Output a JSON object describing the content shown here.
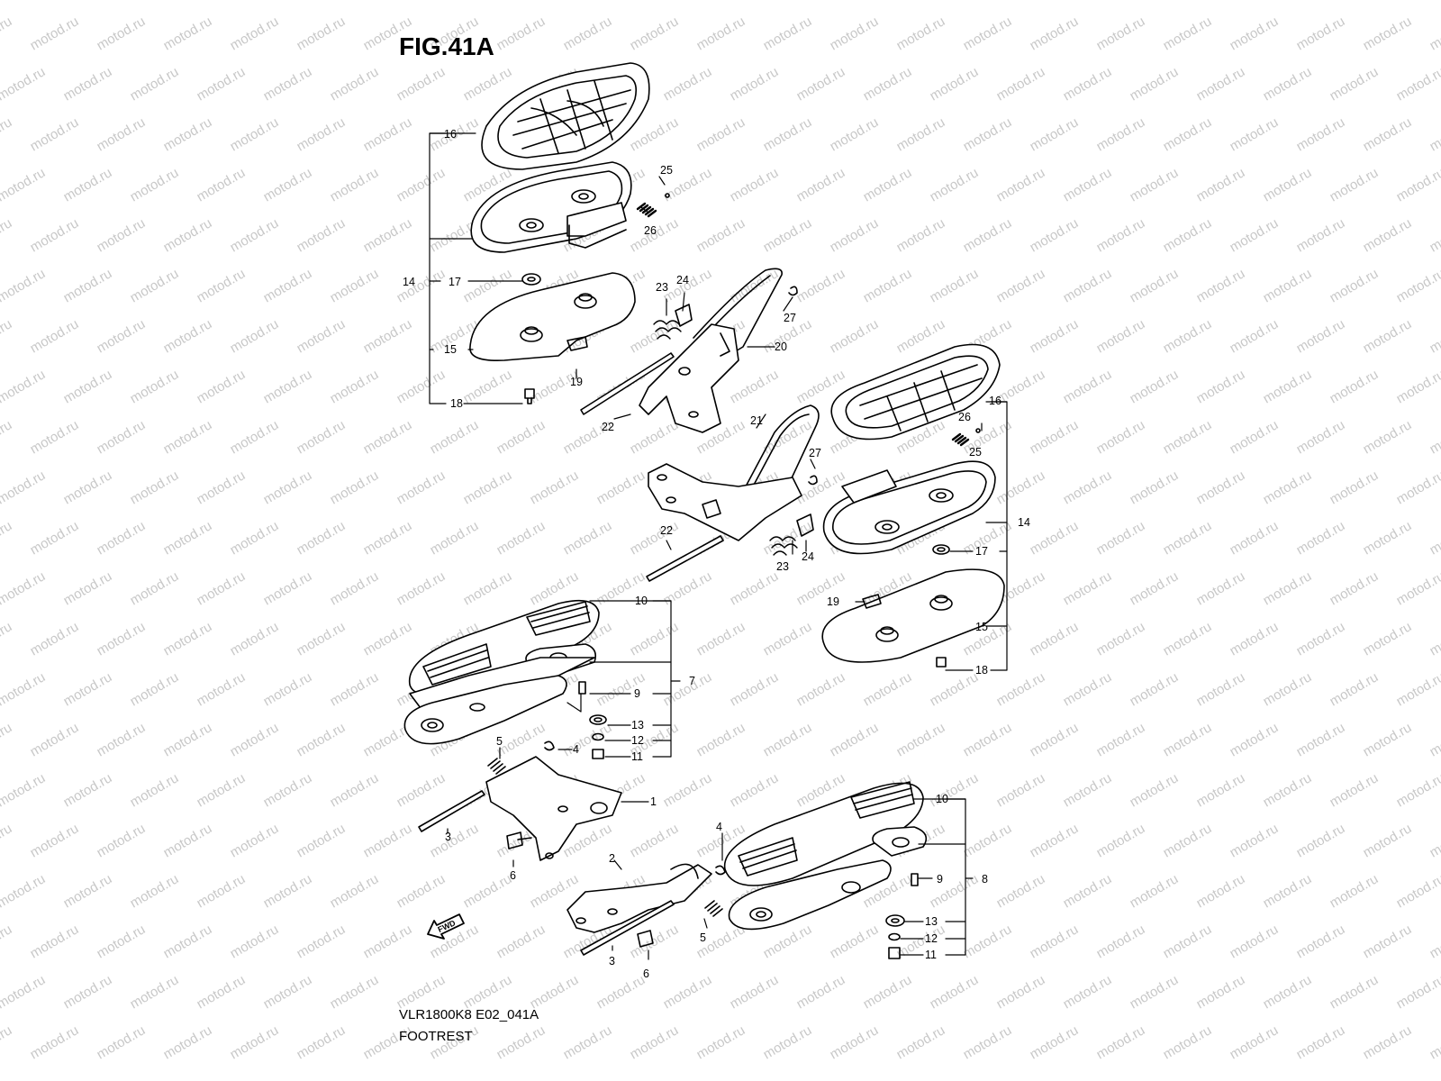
{
  "figure": {
    "title": "FIG.41A"
  },
  "watermark": {
    "text": "motod.ru",
    "color": "#c8c8c8"
  },
  "fwd_marker": {
    "text": "FWD"
  },
  "caption": {
    "code": "VLR1800K8 E02_041A",
    "name": "FOOTREST"
  },
  "callouts": {
    "c1": "1",
    "c2": "2",
    "c3a": "3",
    "c3b": "3",
    "c4a": "4",
    "c4b": "4",
    "c5a": "5",
    "c5b": "5",
    "c6a": "6",
    "c6b": "6",
    "c7": "7",
    "c8": "8",
    "c9a": "9",
    "c9b": "9",
    "c10a": "10",
    "c10b": "10",
    "c11a": "11",
    "c11b": "11",
    "c12a": "12",
    "c12b": "12",
    "c13a": "13",
    "c13b": "13",
    "c14a": "14",
    "c14b": "14",
    "c15a": "15",
    "c15b": "15",
    "c16a": "16",
    "c16b": "16",
    "c17a": "17",
    "c17b": "17",
    "c18a": "18",
    "c18b": "18",
    "c19a": "19",
    "c19b": "19",
    "c20": "20",
    "c21": "21",
    "c22a": "22",
    "c22b": "22",
    "c23a": "23",
    "c23b": "23",
    "c24a": "24",
    "c24b": "24",
    "c25a": "25",
    "c25b": "25",
    "c26a": "26",
    "c26b": "26",
    "c27a": "27",
    "c27b": "27"
  }
}
